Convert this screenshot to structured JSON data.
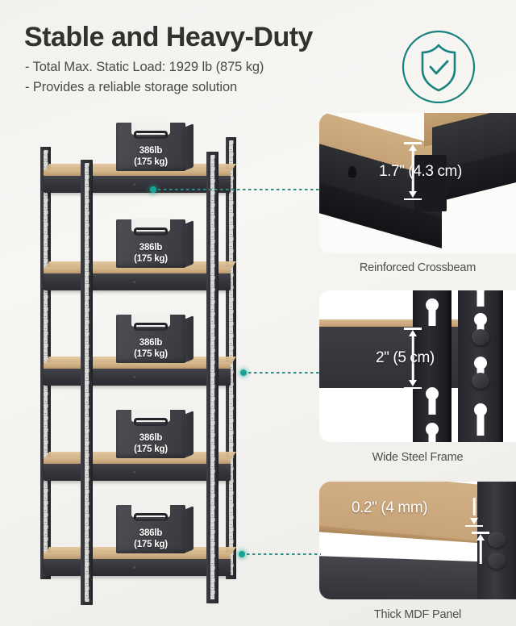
{
  "header": {
    "title": "Stable and Heavy-Duty",
    "bullets": [
      "- Total Max. Static Load: 1929 lb (875 kg)",
      "- Provides a reliable storage solution"
    ],
    "badge_icon": "shield-check-icon",
    "accent_color": "#17a398"
  },
  "product": {
    "shelf_count": 5,
    "weights": [
      {
        "lb": "386lb",
        "kg": "(175 kg)"
      },
      {
        "lb": "386lb",
        "kg": "(175 kg)"
      },
      {
        "lb": "386lb",
        "kg": "(175 kg)"
      },
      {
        "lb": "386lb",
        "kg": "(175 kg)"
      },
      {
        "lb": "386lb",
        "kg": "(175 kg)"
      }
    ],
    "frame_color": "#34353a",
    "board_color": "#c9a87c"
  },
  "panels": [
    {
      "caption": "Reinforced Crossbeam",
      "dimension": "1.7\" (4.3 cm)"
    },
    {
      "caption": "Wide Steel Frame",
      "dimension": "2\" (5 cm)"
    },
    {
      "caption": "Thick MDF Panel",
      "dimension": "0.2\" (4 mm)"
    }
  ]
}
